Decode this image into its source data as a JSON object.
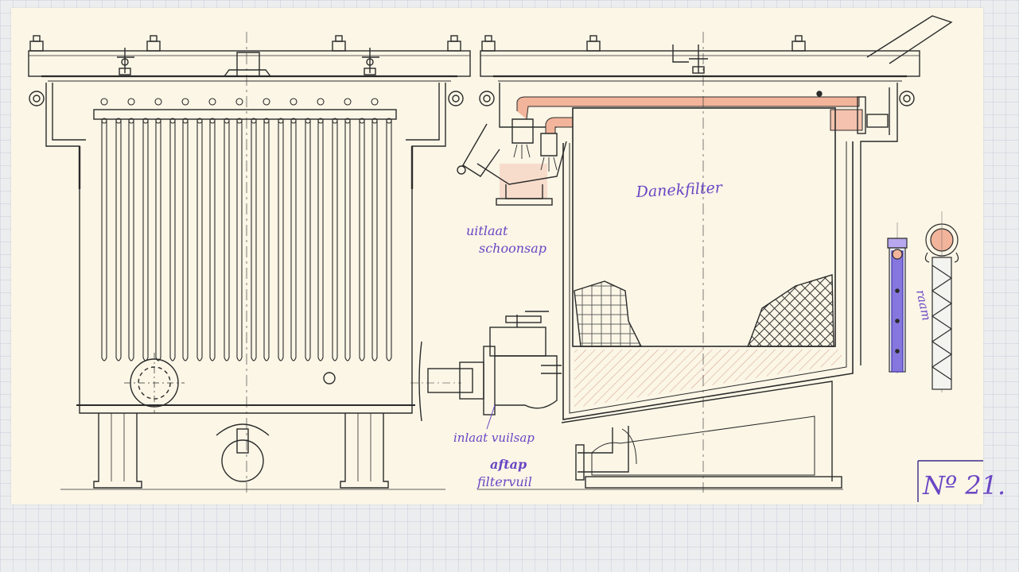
{
  "sheet": {
    "number_label": "Nº 21.",
    "annotations": {
      "filter_name": "Danekfilter",
      "outlet_clean_1": "uitlaat",
      "outlet_clean_2": "schoonsap",
      "inlet_dirty": "inlaat vuilsap",
      "drain_1": "aftap",
      "drain_2": "filtervuil",
      "frame": "raam"
    }
  },
  "colors": {
    "paper": "#fbf6e6",
    "ink": "#2b2b2b",
    "handwriting": "#6a46c4",
    "flow_highlight": "#f2b49a"
  }
}
